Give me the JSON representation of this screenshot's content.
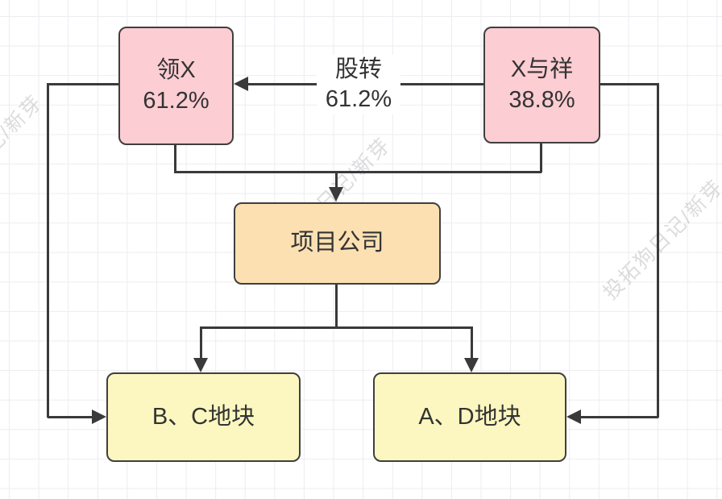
{
  "watermark": {
    "text": "投拓狗日记/新芽"
  },
  "colors": {
    "node_pink": "#fccdd3",
    "node_orange": "#fce0b2",
    "node_yellow": "#fcf7c0",
    "node_border": "#3f3f3f",
    "connector": "#3a3a3a",
    "text": "#333333",
    "grid": "#ededf1",
    "background": "#ffffff"
  },
  "nodes": {
    "lingx": {
      "line1": "领X",
      "line2": "61.2%"
    },
    "xyuxiang": {
      "line1": "X与祥",
      "line2": "38.8%"
    },
    "project": {
      "label": "项目公司"
    },
    "bc": {
      "label": "B、C地块"
    },
    "ad": {
      "label": "A、D地块"
    }
  },
  "edges": {
    "share_transfer": {
      "line1": "股转",
      "line2": "61.2%"
    }
  }
}
